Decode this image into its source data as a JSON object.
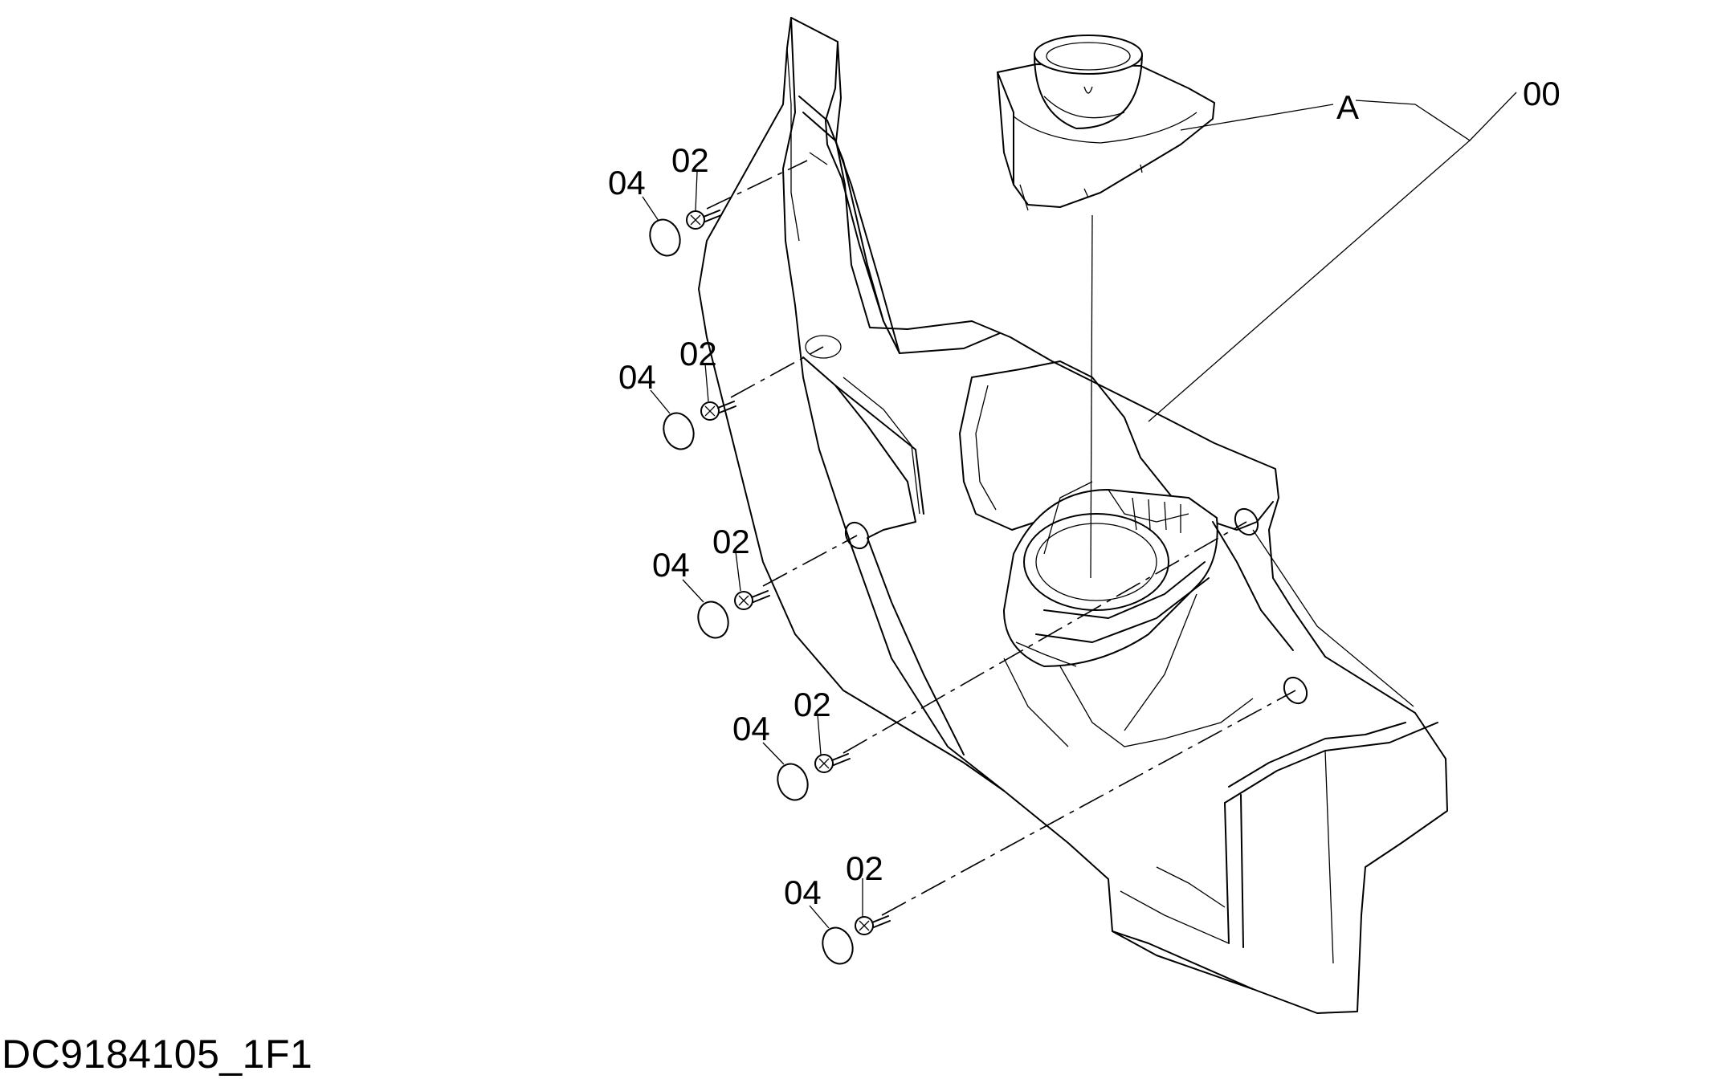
{
  "labels": {
    "assembly": "00",
    "subassembly": "A",
    "screw": "02",
    "cap": "04"
  },
  "drawing_code": "DC9184105_1F1"
}
